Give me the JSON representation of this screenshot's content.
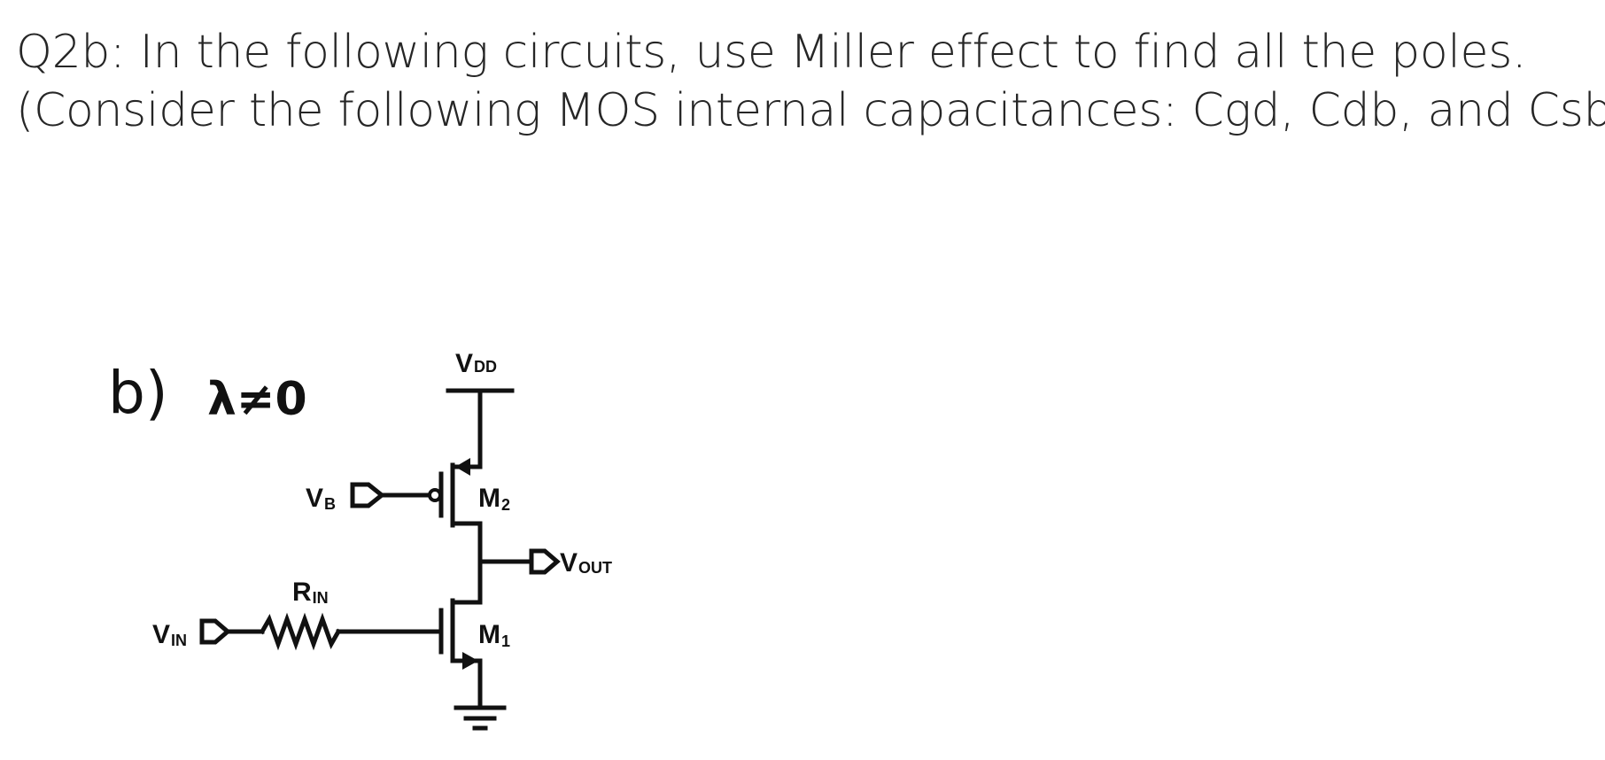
{
  "question": {
    "line1": "Q2b: In the following circuits, use Miller effect to find all the poles.",
    "line2": "(Consider the following MOS internal capacitances: Cgd, Cdb, and Csb)"
  },
  "part": {
    "label": "b)",
    "condition": "λ≠0"
  },
  "circuit": {
    "vdd": {
      "main": "V",
      "sub": "DD"
    },
    "vb": {
      "main": "V",
      "sub": "B"
    },
    "m2": {
      "main": "M",
      "sub": "2"
    },
    "vout": {
      "main": "V",
      "sub": "OUT"
    },
    "rin": {
      "main": "R",
      "sub": "IN"
    },
    "vin": {
      "main": "V",
      "sub": "IN"
    },
    "m1": {
      "main": "M",
      "sub": "1"
    }
  }
}
